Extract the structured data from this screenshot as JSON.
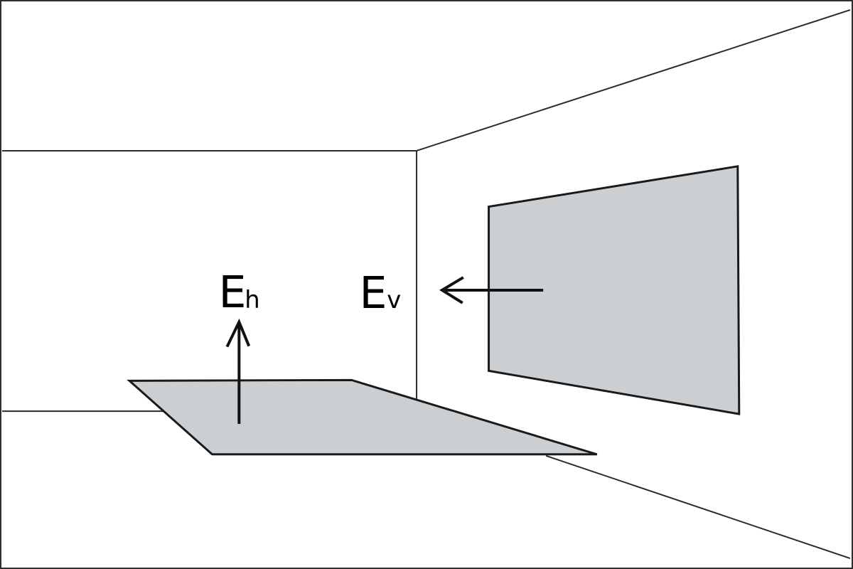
{
  "diagram": {
    "description": "Room perspective diagram illustrating horizontal and vertical illuminance measurement planes",
    "labels": {
      "horizontal_illuminance": {
        "main": "E",
        "sub": "h"
      },
      "vertical_illuminance": {
        "main": "E",
        "sub": "v"
      }
    },
    "icons": {
      "up_arrow": "arrow pointing up from horizontal floor plane",
      "left_arrow": "arrow pointing left out of vertical wall plane"
    },
    "colors": {
      "plane_fill": "#cccfd1",
      "line": "#2b2b2b",
      "background": "#ffffff"
    }
  }
}
